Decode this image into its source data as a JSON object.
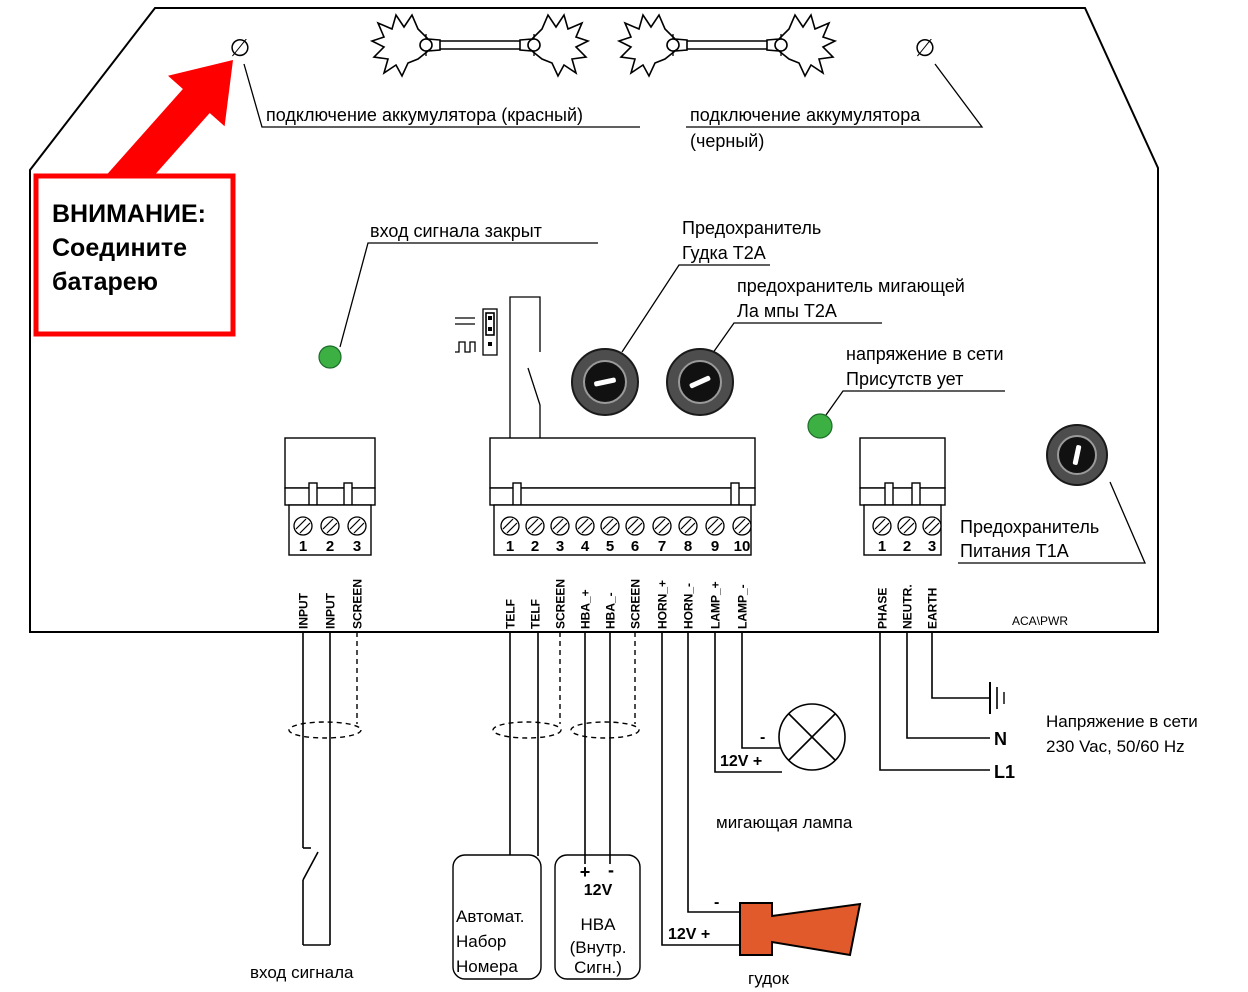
{
  "diagram": {
    "board_id": "ACA\\PWR",
    "mount_hole_symbol": "∅",
    "colors": {
      "warning": "#ff0000",
      "led": "#3cb043",
      "horn": "#e05a2b",
      "fuse": "#4d4d4d"
    }
  },
  "battery": {
    "red_label": "подключение аккумулятора (красный)",
    "black_label_line1": "подключение аккумулятора",
    "black_label_line2": "(черный)"
  },
  "warning": {
    "line1": "ВНИМАНИЕ:",
    "line2": "Соедините",
    "line3": "батарею"
  },
  "indicators": {
    "signal_closed_label": "вход сигнала закрыт",
    "mains_present_line1": "напряжение в сети",
    "mains_present_line2": "Присутств ует"
  },
  "fuses": {
    "horn": {
      "line1": "Предохранитель",
      "line2": "Гудка T2A"
    },
    "lamp": {
      "line1": "предохранитель мигающей",
      "line2": "Ла мпы T2A"
    },
    "power": {
      "line1": "Предохранитель",
      "line2": "Питания T1A"
    }
  },
  "terminals": {
    "input_block": {
      "numbers": [
        "1",
        "2",
        "3"
      ],
      "labels": [
        "INPUT",
        "INPUT",
        "SCREEN"
      ]
    },
    "main_block": {
      "numbers": [
        "1",
        "2",
        "3",
        "4",
        "5",
        "6",
        "7",
        "8",
        "9",
        "10"
      ],
      "labels": [
        "TELF",
        "TELF",
        "SCREEN",
        "HBA_+",
        "HBA_-",
        "SCREEN",
        "HORN_+",
        "HORN_-",
        "LAMP_+",
        "LAMP_-"
      ]
    },
    "mains_block": {
      "numbers": [
        "1",
        "2",
        "3"
      ],
      "labels": [
        "PHASE",
        "NEUTR.",
        "EARTH"
      ]
    }
  },
  "devices": {
    "signal_input": {
      "label": "вход сигнала"
    },
    "autodialer": {
      "line1": "Автомат.",
      "line2": "Набор",
      "line3": "Номера"
    },
    "hba": {
      "plus": "+",
      "minus": "-",
      "voltage": "12V",
      "name": "HBA",
      "line1": "(Внутр.",
      "line2": "Сигн.)"
    },
    "horn": {
      "minus": "-",
      "plus": "12V +",
      "label": "гудок"
    },
    "lamp": {
      "minus": "-",
      "plus": "12V +",
      "label": "мигающая лампа"
    },
    "mains": {
      "neutral": "N",
      "line": "L1",
      "label_line1": "Напряжение в сети",
      "label_line2": "230 Vac, 50/60 Hz"
    }
  }
}
